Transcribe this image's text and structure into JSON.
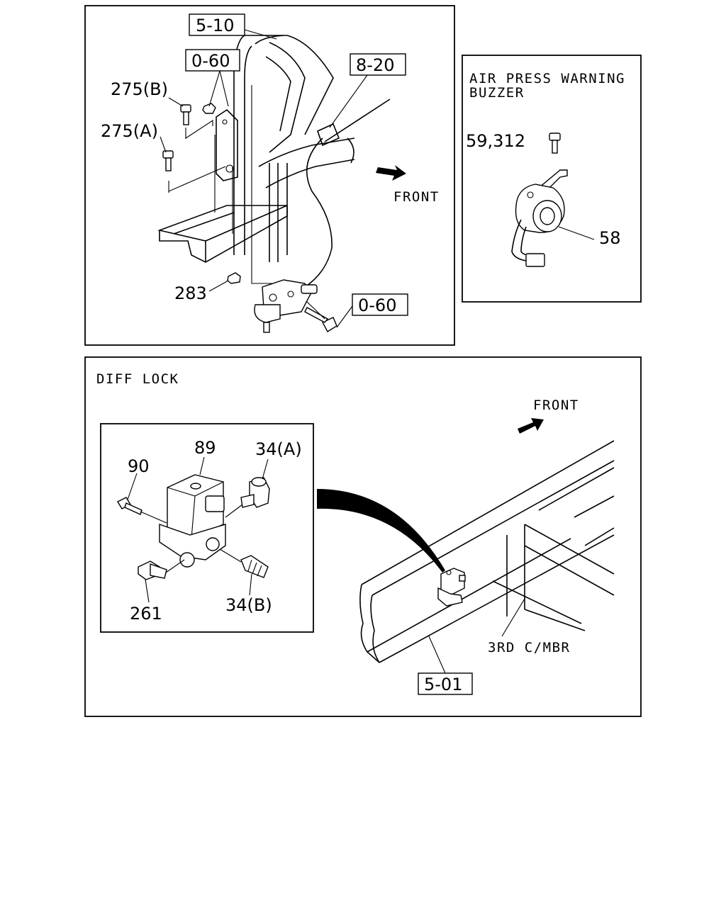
{
  "panels": {
    "top_left": {
      "refs": {
        "r1": "5-10",
        "r2": "0-60",
        "r3": "8-20",
        "r4": "0-60"
      },
      "labels": {
        "p275b": "275(B)",
        "p275a": "275(A)",
        "p283": "283",
        "front": "FRONT"
      }
    },
    "top_right": {
      "caption_line1": "AIR PRESS WARNING",
      "caption_line2": "BUZZER",
      "labels": {
        "p59": "59,312",
        "p58": "58"
      }
    },
    "bottom": {
      "caption": "DIFF LOCK",
      "labels": {
        "p89": "89",
        "p90": "90",
        "p34a": "34(A)",
        "p34b": "34(B)",
        "p261": "261",
        "front": "FRONT",
        "crossmember": "3RD C/MBR"
      },
      "refs": {
        "r1": "5-01"
      }
    }
  }
}
